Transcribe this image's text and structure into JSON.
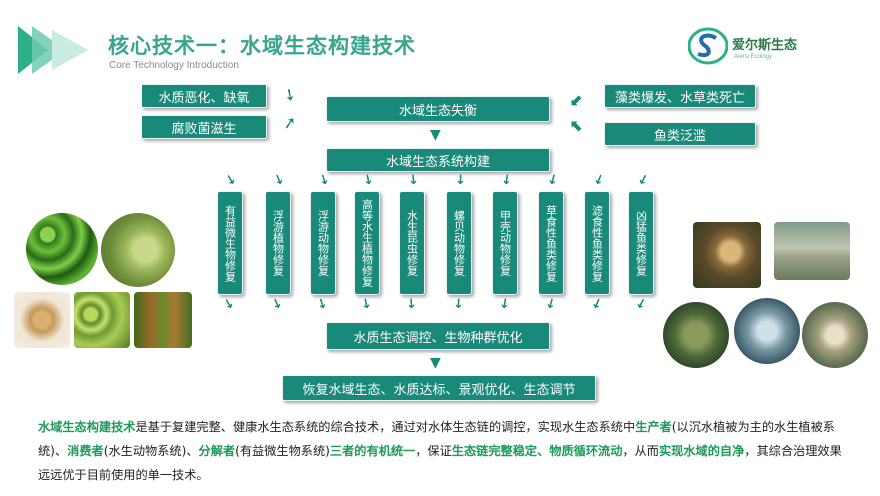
{
  "header": {
    "title": "核心技术一：水域生态构建技术",
    "subtitle": "Core Technology Introduction",
    "brand_name": "爱尔斯生态",
    "brand_sub": "Aiersi Ecology"
  },
  "diagram": {
    "left_causes": [
      "水质恶化、缺氧",
      "腐败菌滋生"
    ],
    "right_causes": [
      "藻类爆发、水草类死亡",
      "鱼类泛滥"
    ],
    "problem": "水域生态失衡",
    "construction": "水域生态系统构建",
    "restorations": [
      "有益微生物修复",
      "浮游植物修复",
      "浮游动物修复",
      "高等水生植物修复",
      "水生昆虫修复",
      "螺贝动物修复",
      "甲壳动物修复",
      "草食性鱼类修复",
      "滤食性鱼类修复",
      "凶猛鱼类修复"
    ],
    "regulation": "水质生态调控、生物种群优化",
    "outcome": "恢复水域生态、水质达标、景观优化、生态调节"
  },
  "description": {
    "p1": "水域生态构建技术",
    "p2": "是基于复建完整、健康水生态系统的综合技术，通过对水体生态链的调控，实现水生态系统中",
    "p3": "生产者",
    "p4": "(以沉水植被为主的水生植被系统)、",
    "p5": "消费者",
    "p6": "(水生动物系统)、",
    "p7": "分解者",
    "p8": "(有益微生物系统)",
    "p9": "三者的有机统一",
    "p10": "，保证",
    "p11": "生态链完整稳定、物质循环流动",
    "p12": "，从而",
    "p13": "实现水域的自净",
    "p14": "，其综合治理效果远远优于目前使用的单一技术。"
  },
  "colors": {
    "box": "#19897a",
    "title": "#3aa58f",
    "highlight": "#1e9a5a"
  },
  "photos_left": [
    "duckweed-photo",
    "mantis-photo",
    "zooplankton-photo",
    "algae-cells-photo",
    "aquatic-plant-photo"
  ],
  "photos_right": [
    "snail-photo",
    "small-fish-photo",
    "shrimp-photo",
    "perch-photo",
    "carp-photo"
  ]
}
